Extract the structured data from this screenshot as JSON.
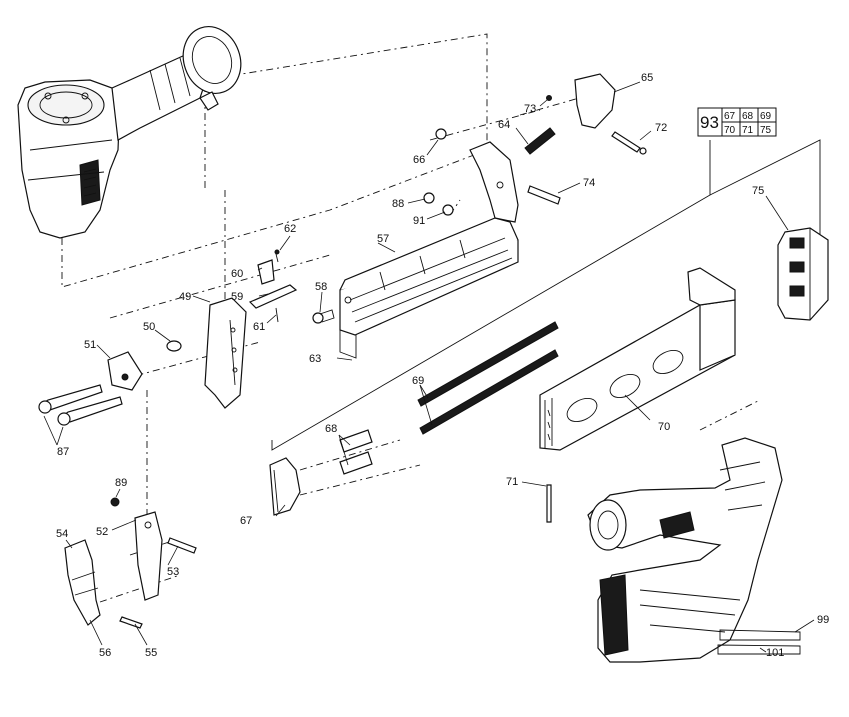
{
  "diagram": {
    "callouts": {
      "c49": "49",
      "c50": "50",
      "c51": "51",
      "c52": "52",
      "c53": "53",
      "c54": "54",
      "c55": "55",
      "c56": "56",
      "c57": "57",
      "c58": "58",
      "c59": "59",
      "c60": "60",
      "c61": "61",
      "c62": "62",
      "c63": "63",
      "c64": "64",
      "c65": "65",
      "c66": "66",
      "c67": "67",
      "c68": "68",
      "c69": "69",
      "c70": "70",
      "c71": "71",
      "c72": "72",
      "c73": "73",
      "c74": "74",
      "c75": "75",
      "c87": "87",
      "c88": "88",
      "c89": "89",
      "c91": "91",
      "c99": "99",
      "c101": "101"
    },
    "kit_box": {
      "number": "93",
      "cells": [
        "67",
        "68",
        "69",
        "70",
        "71",
        "75"
      ]
    }
  }
}
